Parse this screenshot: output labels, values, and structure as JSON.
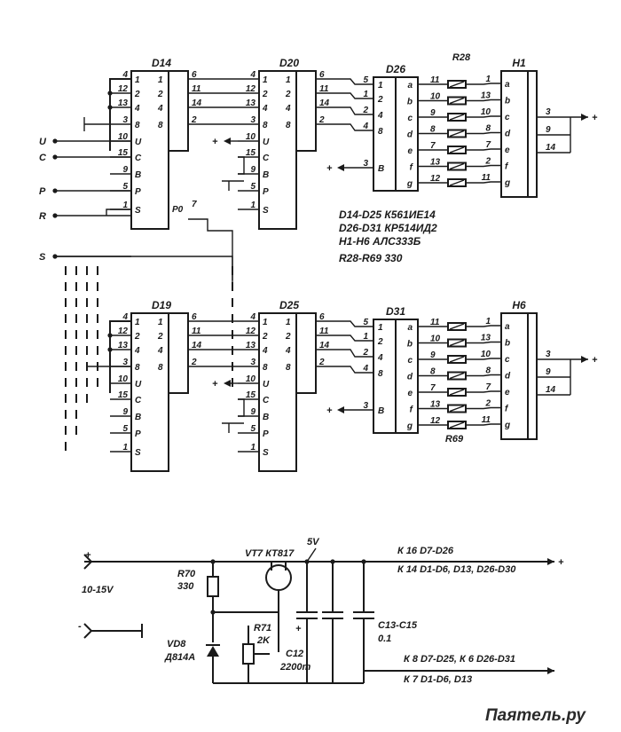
{
  "chips": {
    "d14": "D14",
    "d20": "D20",
    "d26": "D26",
    "h1": "H1",
    "d19": "D19",
    "d25": "D25",
    "d31": "D31",
    "h6": "H6"
  },
  "counter_pins_left": [
    "1",
    "2",
    "4",
    "8",
    "U",
    "C",
    "B",
    "P",
    "S"
  ],
  "counter_pins_right": [
    "1",
    "2",
    "4",
    "8"
  ],
  "counter_p0": "P0",
  "decoder_pins_left": [
    "1",
    "2",
    "4",
    "8",
    "B"
  ],
  "decoder_segments": [
    "a",
    "b",
    "c",
    "d",
    "e",
    "f",
    "g"
  ],
  "display_segments": [
    "a",
    "b",
    "c",
    "d",
    "e",
    "f",
    "g"
  ],
  "pin_numbers": {
    "counter_in": [
      "4",
      "12",
      "13",
      "3",
      "10",
      "15",
      "9",
      "5",
      "1"
    ],
    "counter_in_lower": [
      "4",
      "12",
      "13",
      "3",
      "10",
      "15",
      "9",
      "5",
      "1"
    ],
    "counter_out": [
      "6",
      "11",
      "14",
      "2"
    ],
    "counter_out_lower": [
      "6",
      "11",
      "14",
      "2"
    ],
    "p0_pin": "7",
    "decoder_in": [
      "5",
      "1",
      "2",
      "4",
      "3"
    ],
    "decoder_out": [
      "11",
      "10",
      "9",
      "8",
      "7",
      "13",
      "12"
    ],
    "display_in": [
      "1",
      "13",
      "10",
      "8",
      "7",
      "2",
      "11"
    ],
    "display_common": [
      "3",
      "9",
      "14"
    ]
  },
  "inputs": [
    "U",
    "C",
    "P",
    "R",
    "S"
  ],
  "resistors": {
    "first": "R28",
    "last": "R69"
  },
  "notes": {
    "line1": "D14-D25  К561ИЕ14",
    "line2": "D26-D31  КР514ИД2",
    "line3": "H1-H6  АЛС333Б",
    "line4": "R28-R69   330"
  },
  "power": {
    "transistor": "VT7 КТ817",
    "out_voltage": "5V",
    "input_voltage": "10-15V",
    "r70_name": "R70",
    "r70_value": "330",
    "vd8_name": "VD8",
    "vd8_type": "Д814А",
    "r71_name": "R71",
    "r71_value": "2K",
    "c12_name": "C12",
    "c12_value": "2200m",
    "c13_name": "C13-C15",
    "c13_value": "0.1",
    "rail_1": "К 16  D7-D26",
    "rail_2": "К 14  D1-D6, D13, D26-D30",
    "ground_1": "К 8  D7-D25, К 6  D26-D31",
    "ground_2": "К 7  D1-D6, D13",
    "plus": "+",
    "minus": "-"
  },
  "watermark": "Паятель.ру"
}
